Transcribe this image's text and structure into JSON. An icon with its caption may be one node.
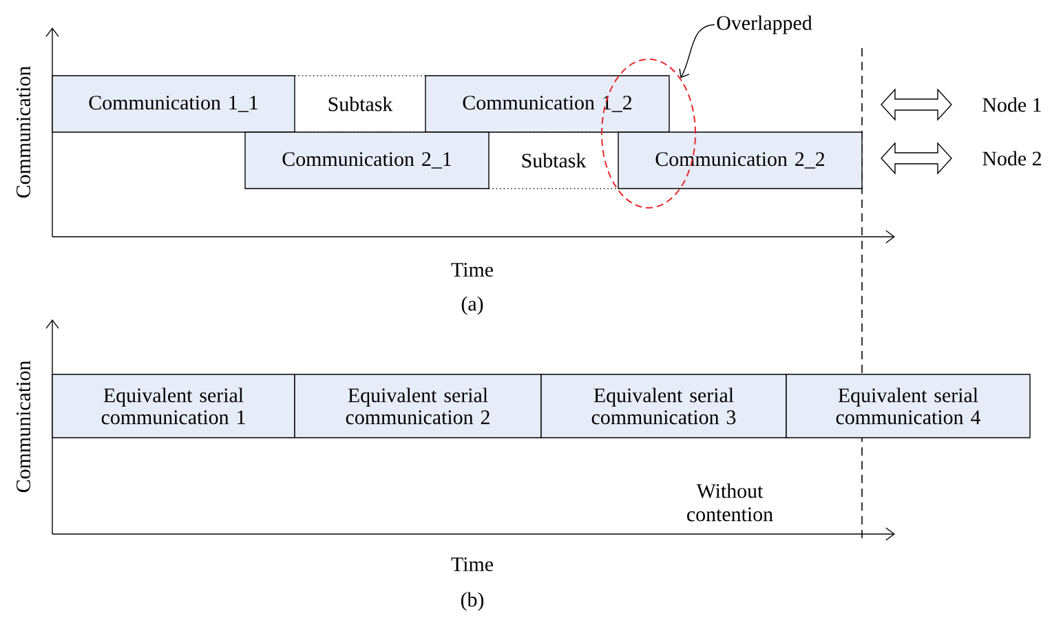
{
  "diagram": {
    "nodes": [
      {
        "text": [
          "Communication 1_1"
        ]
      },
      {
        "text": [
          "Subtask"
        ]
      },
      {
        "text": [
          "Communication 1_2"
        ]
      },
      {
        "text": [
          "Communication 2_1"
        ]
      },
      {
        "text": [
          "Subtask"
        ]
      },
      {
        "text": [
          "Communication 2_2"
        ]
      },
      {
        "text": [
          "Overlapped"
        ]
      },
      {
        "text": [],
        "shape": "circle"
      },
      {
        "text": [
          "Equivalent serial communication 1"
        ]
      },
      {
        "text": [
          "Equivalent serial communication 2"
        ]
      },
      {
        "text": [
          "Equivalent serial communication 3"
        ]
      },
      {
        "text": [
          "Equivalent serial communication 4"
        ]
      }
    ],
    "edges": [
      {
        "from": 6,
        "to": 7,
        "arrow": "to"
      }
    ],
    "labels": [
      "Node 1",
      "Node 2",
      "Communication",
      "Time",
      "(a)",
      "Communication",
      "Time",
      "(b)",
      "Without contention"
    ]
  }
}
